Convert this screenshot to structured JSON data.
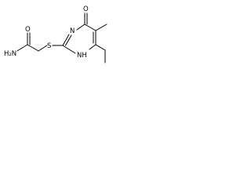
{
  "molecule": {
    "atoms": {
      "amide_nitrogen": "H₂N",
      "amide_oxygen": "O",
      "sulfur": "S",
      "ring_nitrogen": "N",
      "ring_nh": "NH",
      "ketone_oxygen": "O"
    }
  }
}
